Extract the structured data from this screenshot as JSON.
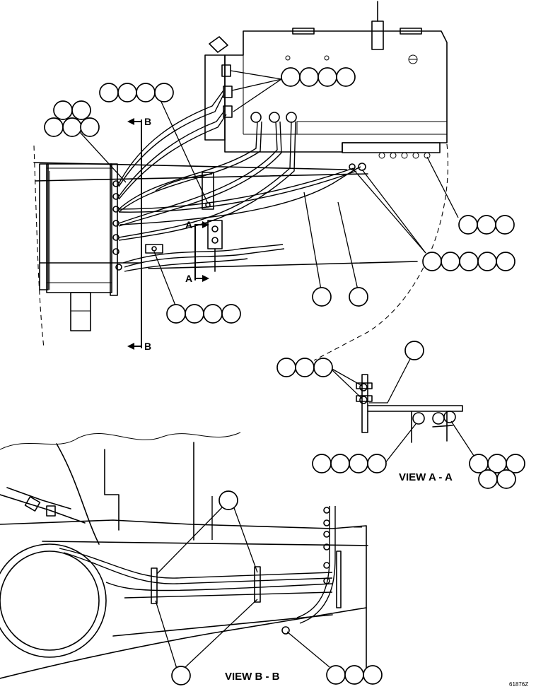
{
  "section_markers": {
    "top_b": "B",
    "bottom_b": "B",
    "upper_a": "A",
    "lower_a": "A"
  },
  "captions": {
    "view_a": "VIEW A - A",
    "view_b": "VIEW B - B"
  },
  "figure_id": "61876Z"
}
